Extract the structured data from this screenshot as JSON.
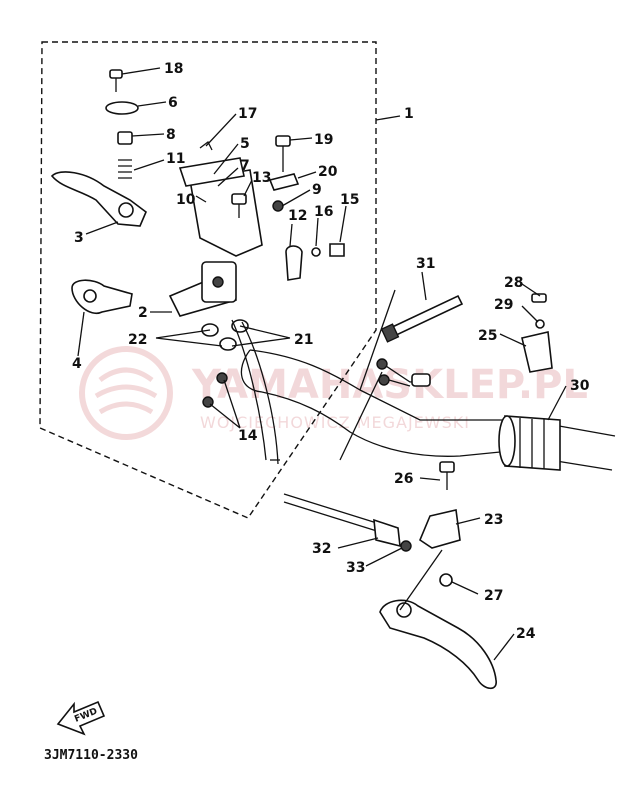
{
  "callouts": [
    {
      "id": "18",
      "label": "18"
    },
    {
      "id": "6",
      "label": "6"
    },
    {
      "id": "17",
      "label": "17"
    },
    {
      "id": "1",
      "label": "1"
    },
    {
      "id": "8",
      "label": "8"
    },
    {
      "id": "5",
      "label": "5"
    },
    {
      "id": "19",
      "label": "19"
    },
    {
      "id": "11",
      "label": "11"
    },
    {
      "id": "7",
      "label": "7"
    },
    {
      "id": "20",
      "label": "20"
    },
    {
      "id": "13",
      "label": "13"
    },
    {
      "id": "9",
      "label": "9"
    },
    {
      "id": "10",
      "label": "10"
    },
    {
      "id": "15",
      "label": "15"
    },
    {
      "id": "16",
      "label": "16"
    },
    {
      "id": "12",
      "label": "12"
    },
    {
      "id": "3",
      "label": "3"
    },
    {
      "id": "31",
      "label": "31"
    },
    {
      "id": "28",
      "label": "28"
    },
    {
      "id": "29",
      "label": "29"
    },
    {
      "id": "2",
      "label": "2"
    },
    {
      "id": "25",
      "label": "25"
    },
    {
      "id": "22",
      "label": "22"
    },
    {
      "id": "21",
      "label": "21"
    },
    {
      "id": "4",
      "label": "4"
    },
    {
      "id": "30",
      "label": "30"
    },
    {
      "id": "14",
      "label": "14"
    },
    {
      "id": "26",
      "label": "26"
    },
    {
      "id": "23",
      "label": "23"
    },
    {
      "id": "32",
      "label": "32"
    },
    {
      "id": "33",
      "label": "33"
    },
    {
      "id": "27",
      "label": "27"
    },
    {
      "id": "24",
      "label": "24"
    }
  ],
  "fwd_label": "FWD",
  "diagram_code": "3JM7110-2330",
  "watermark": {
    "title": "YAMAHASKLEP.PL",
    "subtitle": "WOJCIECHOWICZ MEGAJEWSKI"
  },
  "colors": {
    "line": "#111111",
    "watermark": "#e9b9bc"
  }
}
